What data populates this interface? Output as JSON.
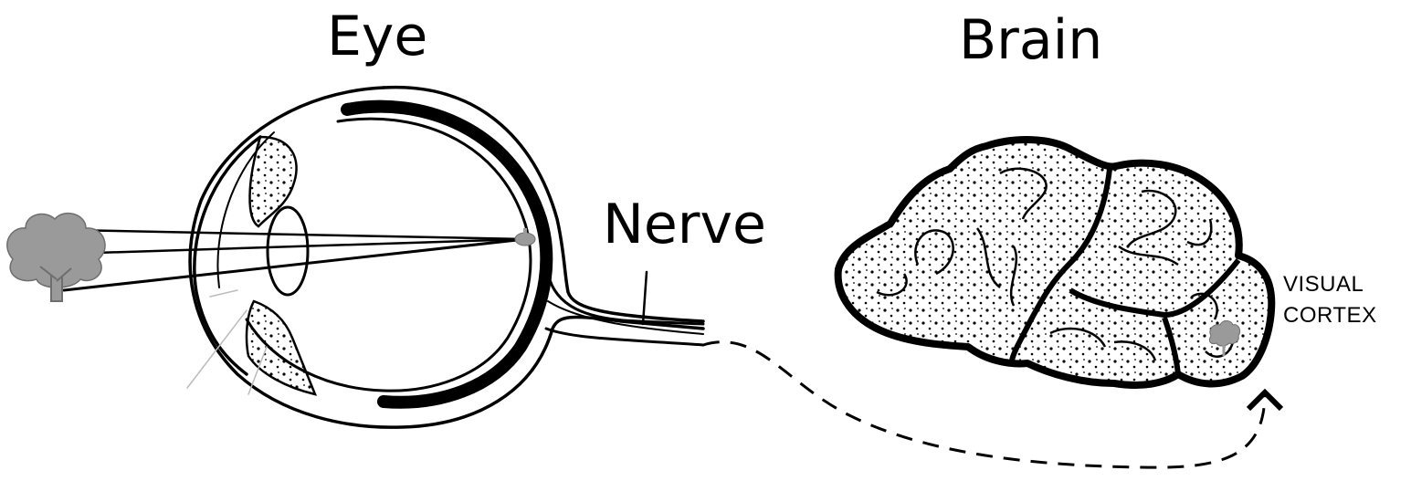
{
  "labels": {
    "eye": "Eye",
    "brain": "Brain",
    "nerve": "Nerve",
    "visual_cortex_line1": "VISUAL",
    "visual_cortex_line2": "CORTEX"
  },
  "icons": {
    "object": "tree-icon",
    "retina_image": "tree-icon",
    "cortex_image": "tree-icon"
  },
  "colors": {
    "ink": "#000000",
    "tree": "#9a9a9a",
    "tree_outline": "#6e6e6e",
    "background": "#ffffff"
  }
}
